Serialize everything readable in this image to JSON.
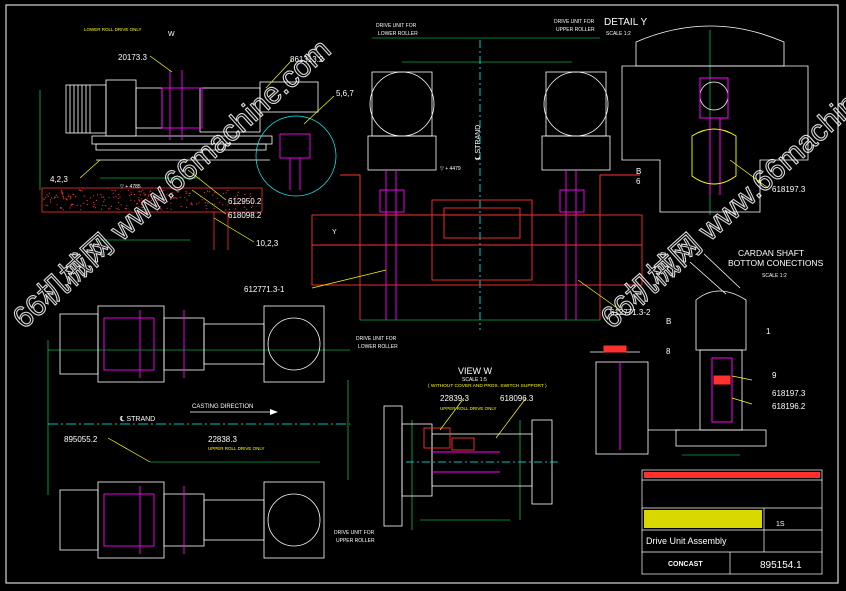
{
  "colors": {
    "background": "#000000",
    "frame": "#ffffff",
    "equipment": "#ffffff",
    "structure": "#ff3030",
    "drive_parts": "#ff00ff",
    "leaders": "#ffff00",
    "dimensions": "#00ff66",
    "centerlines": "#00ffff"
  },
  "views": {
    "detail_y_title": "DETAIL  Y",
    "detail_y_scale": "SCALE 1:2",
    "cardan_title_1": "CARDAN SHAFT",
    "cardan_title_2": "BOTTOM CONECTIONS",
    "cardan_scale": "SCALE 1:2",
    "view_w_title": "VIEW  W",
    "view_w_scale": "SCALE 1:5",
    "view_w_note": "( WITHOUT COVER AND PROX. SWITCH SUPPORT )"
  },
  "notes": {
    "drive_lower_1": "DRIVE UNIT FOR",
    "drive_lower_2": "LOWER ROLLER",
    "drive_upper_1": "DRIVE UNIT FOR",
    "drive_upper_2": "UPPER ROLLER",
    "lower_roll_drive": "LOWER ROLL DRIVE ONLY",
    "upper_roll_drive": "UPPER ROLL DRIVE ONLY",
    "upper_roll_drive_2": "UPPER ROLL DRIVE ONLY",
    "strand_vertical": "℄ STRAND",
    "strand_horizontal": "℄ STRAND",
    "casting_direction": "CASTING DIRECTION",
    "view_marker_w": "W",
    "view_marker_y": "Y",
    "level_1": "▽ + 4785",
    "level_2": "▽ + 4479"
  },
  "part_numbers": {
    "p20173": "20173.3",
    "p861313": "861313.2",
    "p567": "5,6,7",
    "p423": "4,2,3",
    "p612950": "612950.2",
    "p618098": "618098.2",
    "p1023": "10,2,3",
    "p612771_1": "612771.3-1",
    "p612771_2": "612771.3-2",
    "p618197_top": "618197.3",
    "p895055": "895055.2",
    "p22838": "22838.3",
    "p22839": "22839.3",
    "p618096": "618096.3",
    "p618197_bot": "618197.3",
    "p618196": "618196.2",
    "callout_b": "B",
    "callout_6": "6",
    "callout_8": "8",
    "callout_1": "1",
    "callout_9": "9"
  },
  "title_block": {
    "title": "Drive Unit Assembly",
    "company": "CONCAST",
    "drawing_number": "895154.1",
    "sheet": "1S"
  },
  "watermarks": {
    "text": "66机械网 www.66machine.com",
    "partial": "66机械网 www.66machine.c"
  }
}
